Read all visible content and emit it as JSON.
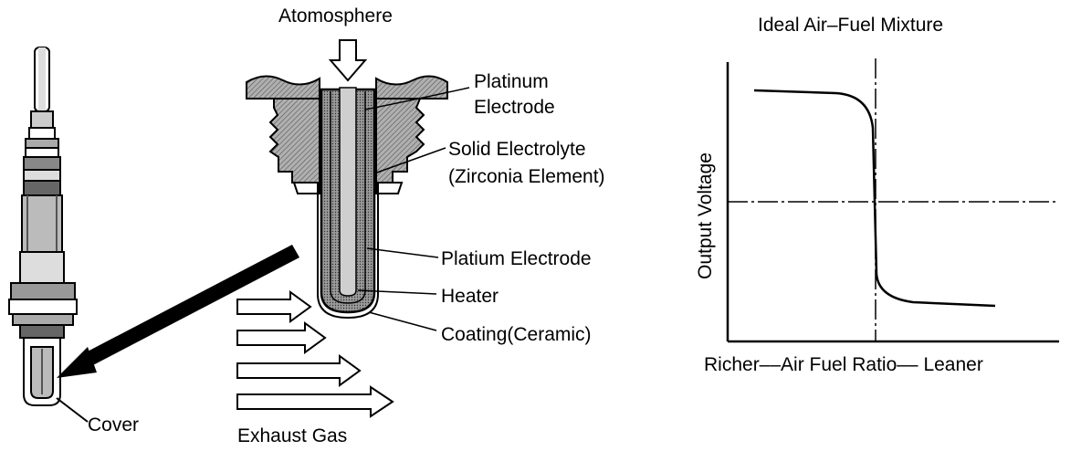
{
  "sensor": {
    "cover_label": "Cover"
  },
  "cross_section": {
    "atmosphere_label": "Atomosphere",
    "platinum_electrode_label": [
      "Platinum",
      "Electrode"
    ],
    "solid_electrolyte_label": [
      "Solid Electrolyte",
      "(Zirconia Element)"
    ],
    "platium_electrode_label": "Platium Electrode",
    "heater_label": "Heater",
    "coating_label": "Coating(Ceramic)",
    "exhaust_label": "Exhaust Gas"
  },
  "graph": {
    "title": "Ideal Air–Fuel Mixture",
    "ylabel": "Output Voltage",
    "xlabel": "Richer––Air Fuel Ratio–– Leaner"
  },
  "colors": {
    "ink": "#000000",
    "hatch": "#888888",
    "background": "#ffffff"
  }
}
